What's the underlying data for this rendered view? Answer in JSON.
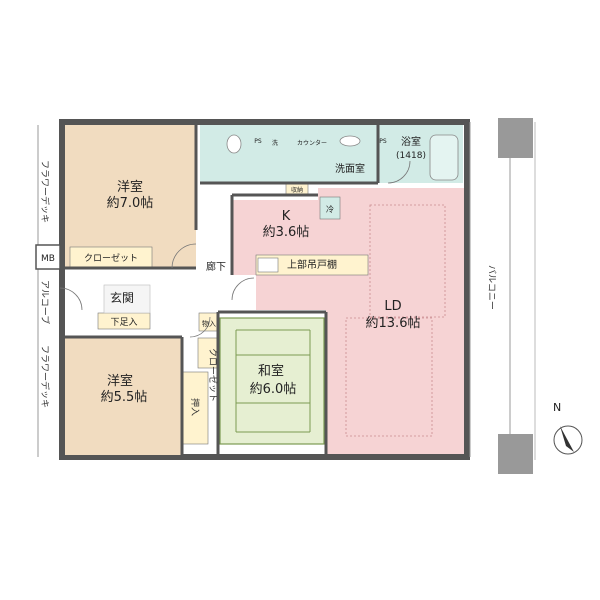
{
  "rooms": {
    "western1": {
      "name": "洋室",
      "size": "約7.0帖"
    },
    "western2": {
      "name": "洋室",
      "size": "約5.5帖"
    },
    "japanese": {
      "name": "和室",
      "size": "約6.0帖"
    },
    "kitchen": {
      "name": "K",
      "size": "約3.6帖"
    },
    "ld": {
      "name": "LD",
      "size": "約13.6帖"
    },
    "bath": {
      "name": "浴室",
      "size": "(1418)"
    },
    "washroom": {
      "name": "洗面室"
    }
  },
  "labels": {
    "closet": "クローゼット",
    "entrance": "玄関",
    "shoe_storage": "下足入",
    "hallway": "廊下",
    "mb": "MB",
    "storage": "物入",
    "closet_vertical": "クローゼット",
    "oshiire": "押入",
    "upper_cabinet": "上部吊戸棚",
    "counter": "カウンター",
    "shuno": "収納",
    "fridge": "冷",
    "washer": "洗",
    "ps1": "PS",
    "ps2": "PS"
  },
  "exterior": {
    "balcony": "バルコニー",
    "flower_deck1": "フラワーデッキ",
    "flower_deck2": "フラワーデッキ",
    "alcove": "アルコーブ"
  },
  "compass": {
    "label": "N"
  },
  "colors": {
    "wall": "#555555",
    "western": "#f1dcc0",
    "japanese": "#e6efd2",
    "tatami_line": "#7c9b52",
    "ld": "#f6d3d4",
    "wet": "#d2ebe6",
    "storage": "#fff3cf"
  }
}
